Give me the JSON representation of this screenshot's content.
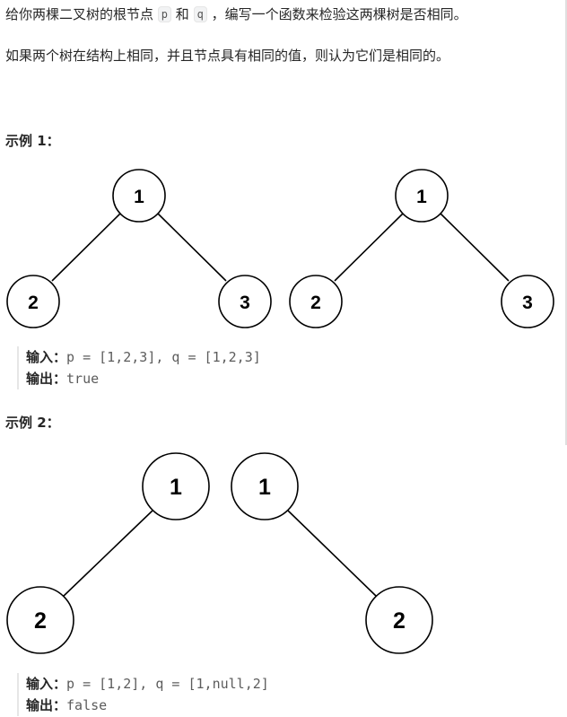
{
  "intro": {
    "line1_a": "给你两棵二叉树的根节点 ",
    "p_code": "p",
    "line1_b": " 和 ",
    "q_code": "q",
    "line1_c": " ，编写一个函数来检验这两棵树是否相同。",
    "line2": "如果两个树在结构上相同，并且节点具有相同的值，则认为它们是相同的。"
  },
  "example1": {
    "heading": "示例 1：",
    "tree_left": {
      "root": "1",
      "left": "2",
      "right": "3"
    },
    "tree_right": {
      "root": "1",
      "left": "2",
      "right": "3"
    },
    "input_label": "输入：",
    "input_value": "p = [1,2,3], q = [1,2,3]",
    "output_label": "输出：",
    "output_value": "true"
  },
  "example2": {
    "heading": "示例 2：",
    "tree_left": {
      "root": "1",
      "left": "2"
    },
    "tree_right": {
      "root": "1",
      "right": "2"
    },
    "input_label": "输入：",
    "input_value": "p = [1,2], q = [1,null,2]",
    "output_label": "输出：",
    "output_value": "false"
  }
}
